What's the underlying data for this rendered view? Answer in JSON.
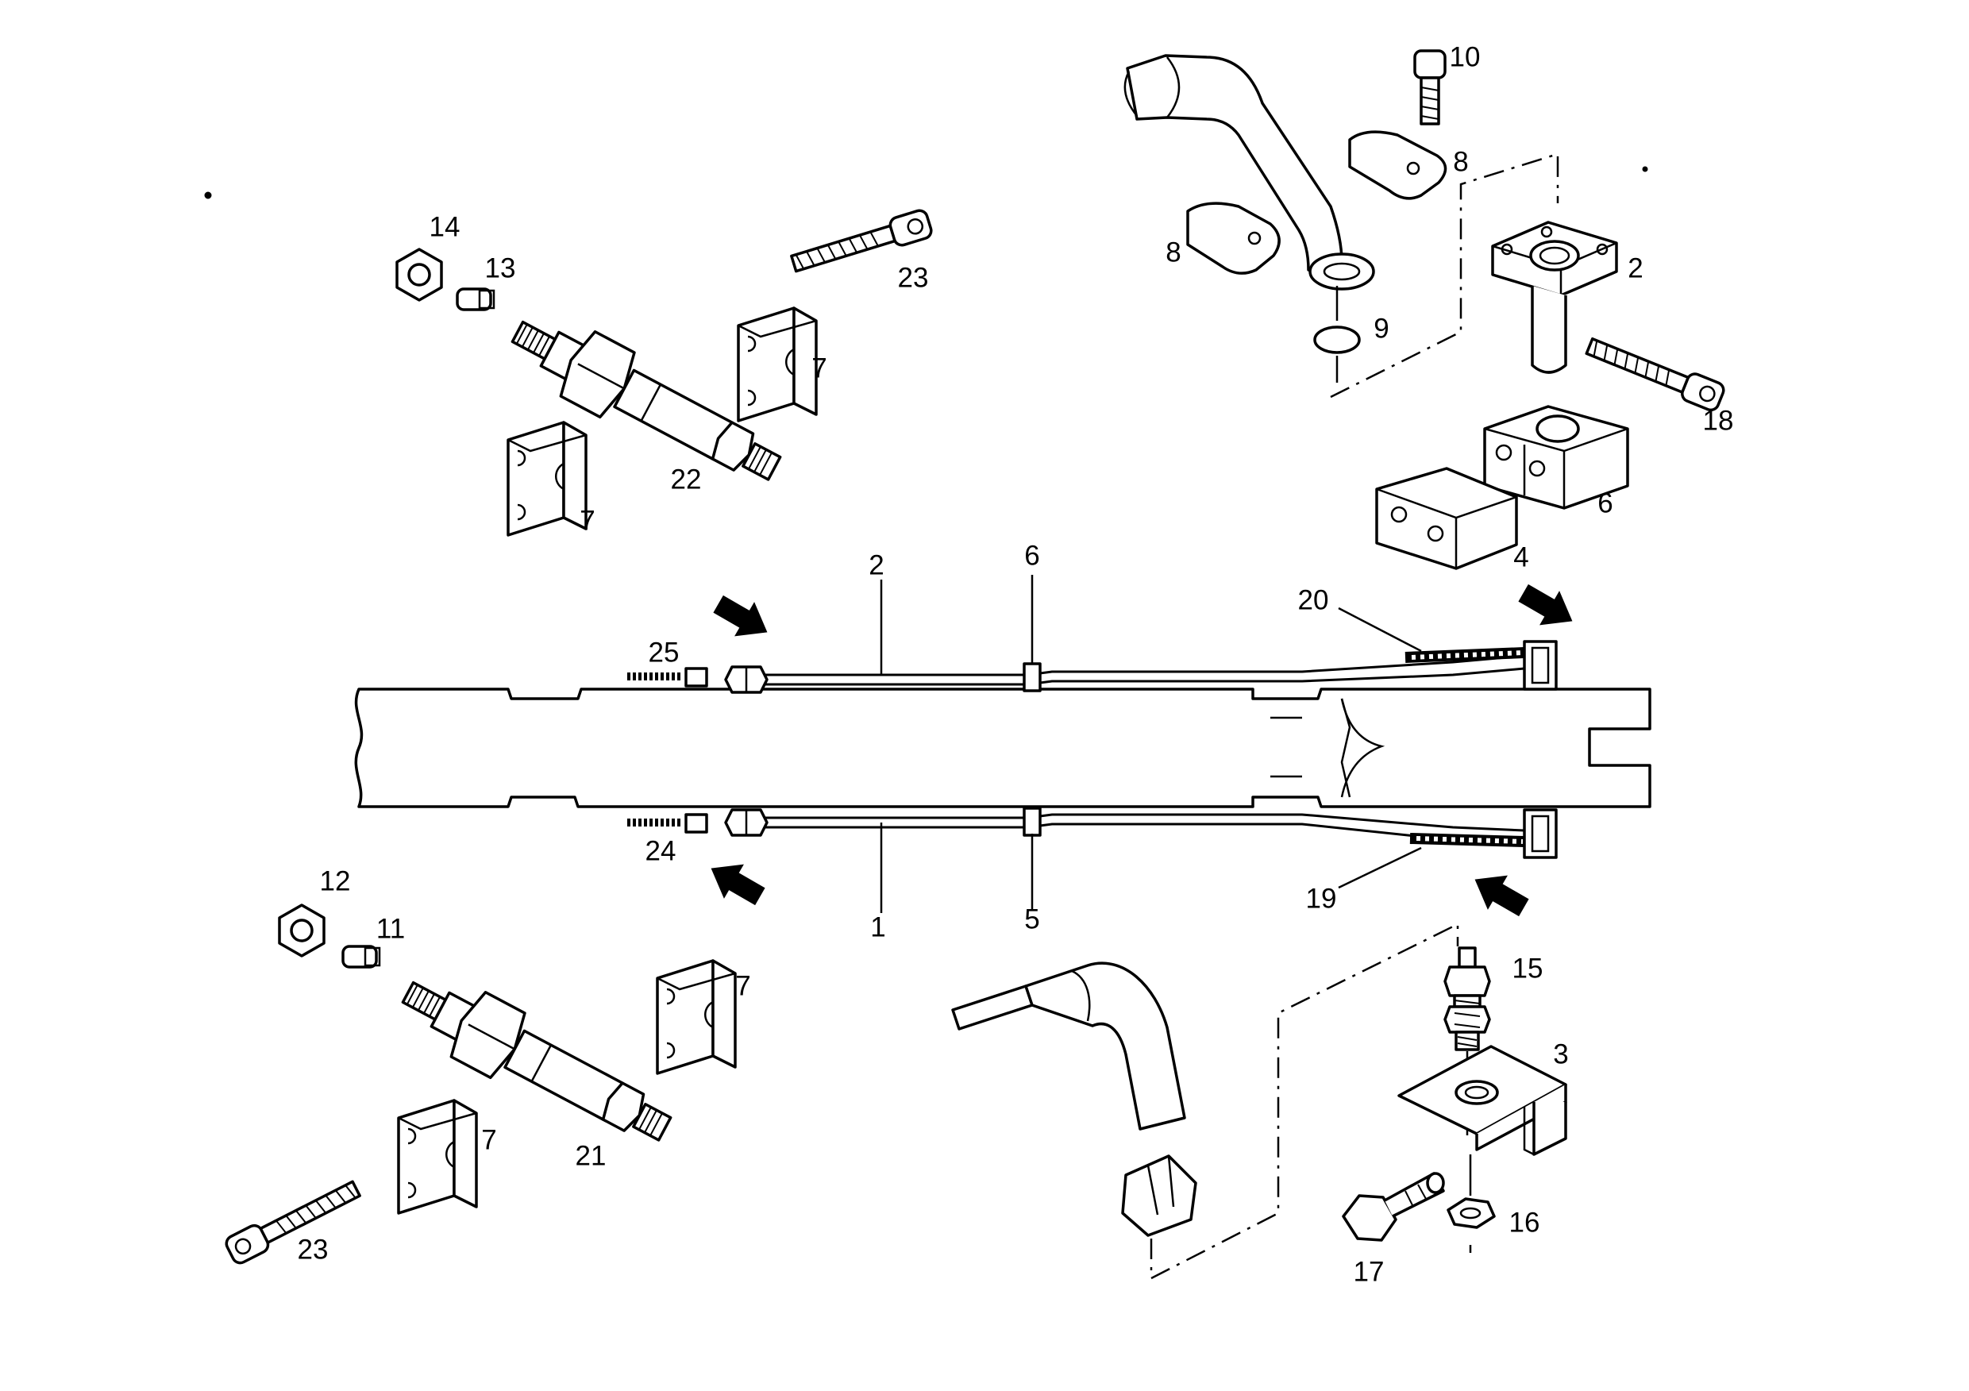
{
  "labels": {
    "upper_pipe": "2",
    "lower_pipe": "1",
    "upper_clamp": "6",
    "lower_clamp": "5",
    "upper_bleed_screw": "25",
    "lower_bleed_screw": "24",
    "upper_hose_end": "20",
    "lower_hose_end": "19",
    "flange_screw": "10",
    "flange_half_right": "8",
    "flange_half_left": "8",
    "o_ring": "9",
    "flange_block": "2",
    "cap_screw_right": "18",
    "clamp_block": "6",
    "clamp_plate": "4",
    "upper_nut": "14",
    "upper_union": "13",
    "cap_screw_upper": "23",
    "upper_clamp_half_a": "7",
    "upper_clamp_half_b": "7",
    "upper_adapter": "22",
    "lower_nut": "12",
    "lower_union": "11",
    "lower_clamp_half_a": "7",
    "lower_clamp_half_b": "7",
    "lower_adapter": "21",
    "cap_screw_lower": "23",
    "bulkhead_union": "15",
    "bracket": "3",
    "hex_nut": "16",
    "hex_bolt": "17"
  }
}
